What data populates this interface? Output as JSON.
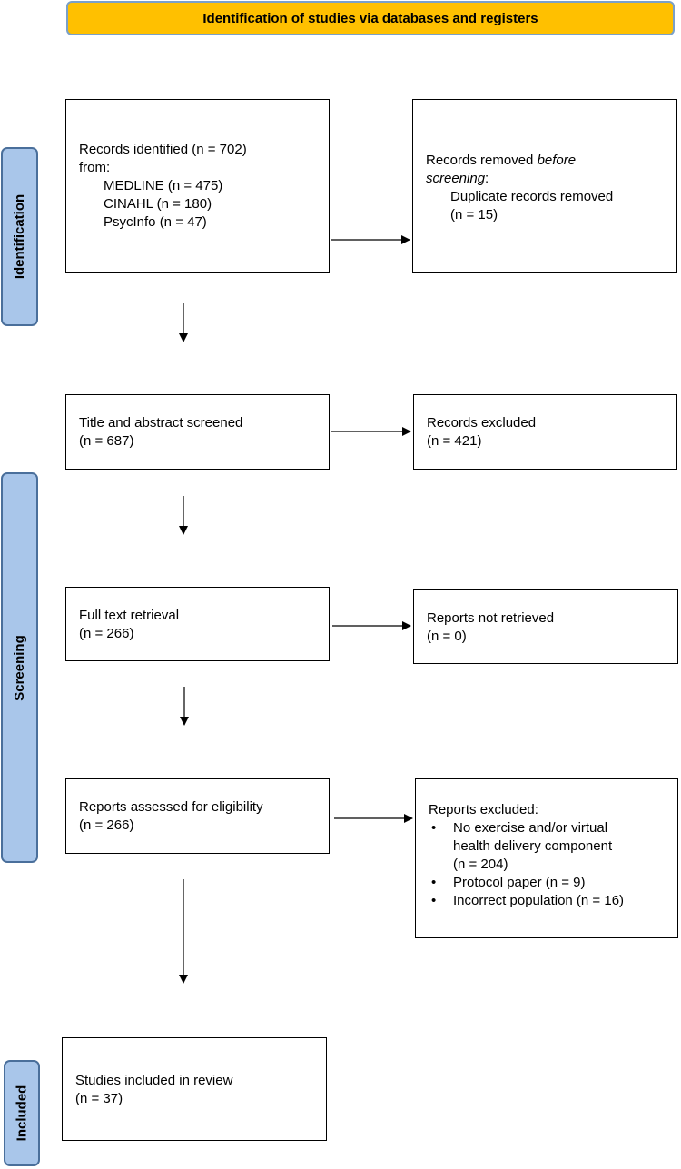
{
  "header": {
    "title": "Identification of studies via databases and registers"
  },
  "phases": {
    "identification": "Identification",
    "screening": "Screening",
    "included": "Included"
  },
  "records_identified": {
    "line1": "Records identified (n = 702)",
    "line2": "from:",
    "sources": [
      "MEDLINE (n = 475)",
      "CINAHL (n = 180)",
      "PsycInfo (n = 47)"
    ]
  },
  "records_removed": {
    "prefix": "Records removed ",
    "emphasis_1": "before",
    "emphasis_2": "screening",
    "suffix": ":",
    "detail_1": "Duplicate records removed",
    "detail_2": "(n = 15)"
  },
  "title_abstract": {
    "label": "Title and abstract screened",
    "count": "(n = 687)"
  },
  "records_excluded": {
    "label": "Records excluded",
    "count": "(n = 421)"
  },
  "full_text": {
    "label": "Full text retrieval",
    "count": "(n = 266)"
  },
  "not_retrieved": {
    "label": "Reports not retrieved",
    "count": "(n = 0)"
  },
  "eligibility": {
    "label": "Reports assessed for eligibility",
    "count": "(n = 266)"
  },
  "reports_excluded": {
    "label": "Reports excluded:",
    "reasons": [
      {
        "line1": "No exercise and/or virtual",
        "line2": "health delivery component",
        "line3": "(n = 204)"
      },
      {
        "line1": "Protocol paper (n = 9)"
      },
      {
        "line1": "Incorrect population (n = 16)"
      }
    ]
  },
  "included": {
    "label": "Studies included in review",
    "count": "(n = 37)"
  }
}
